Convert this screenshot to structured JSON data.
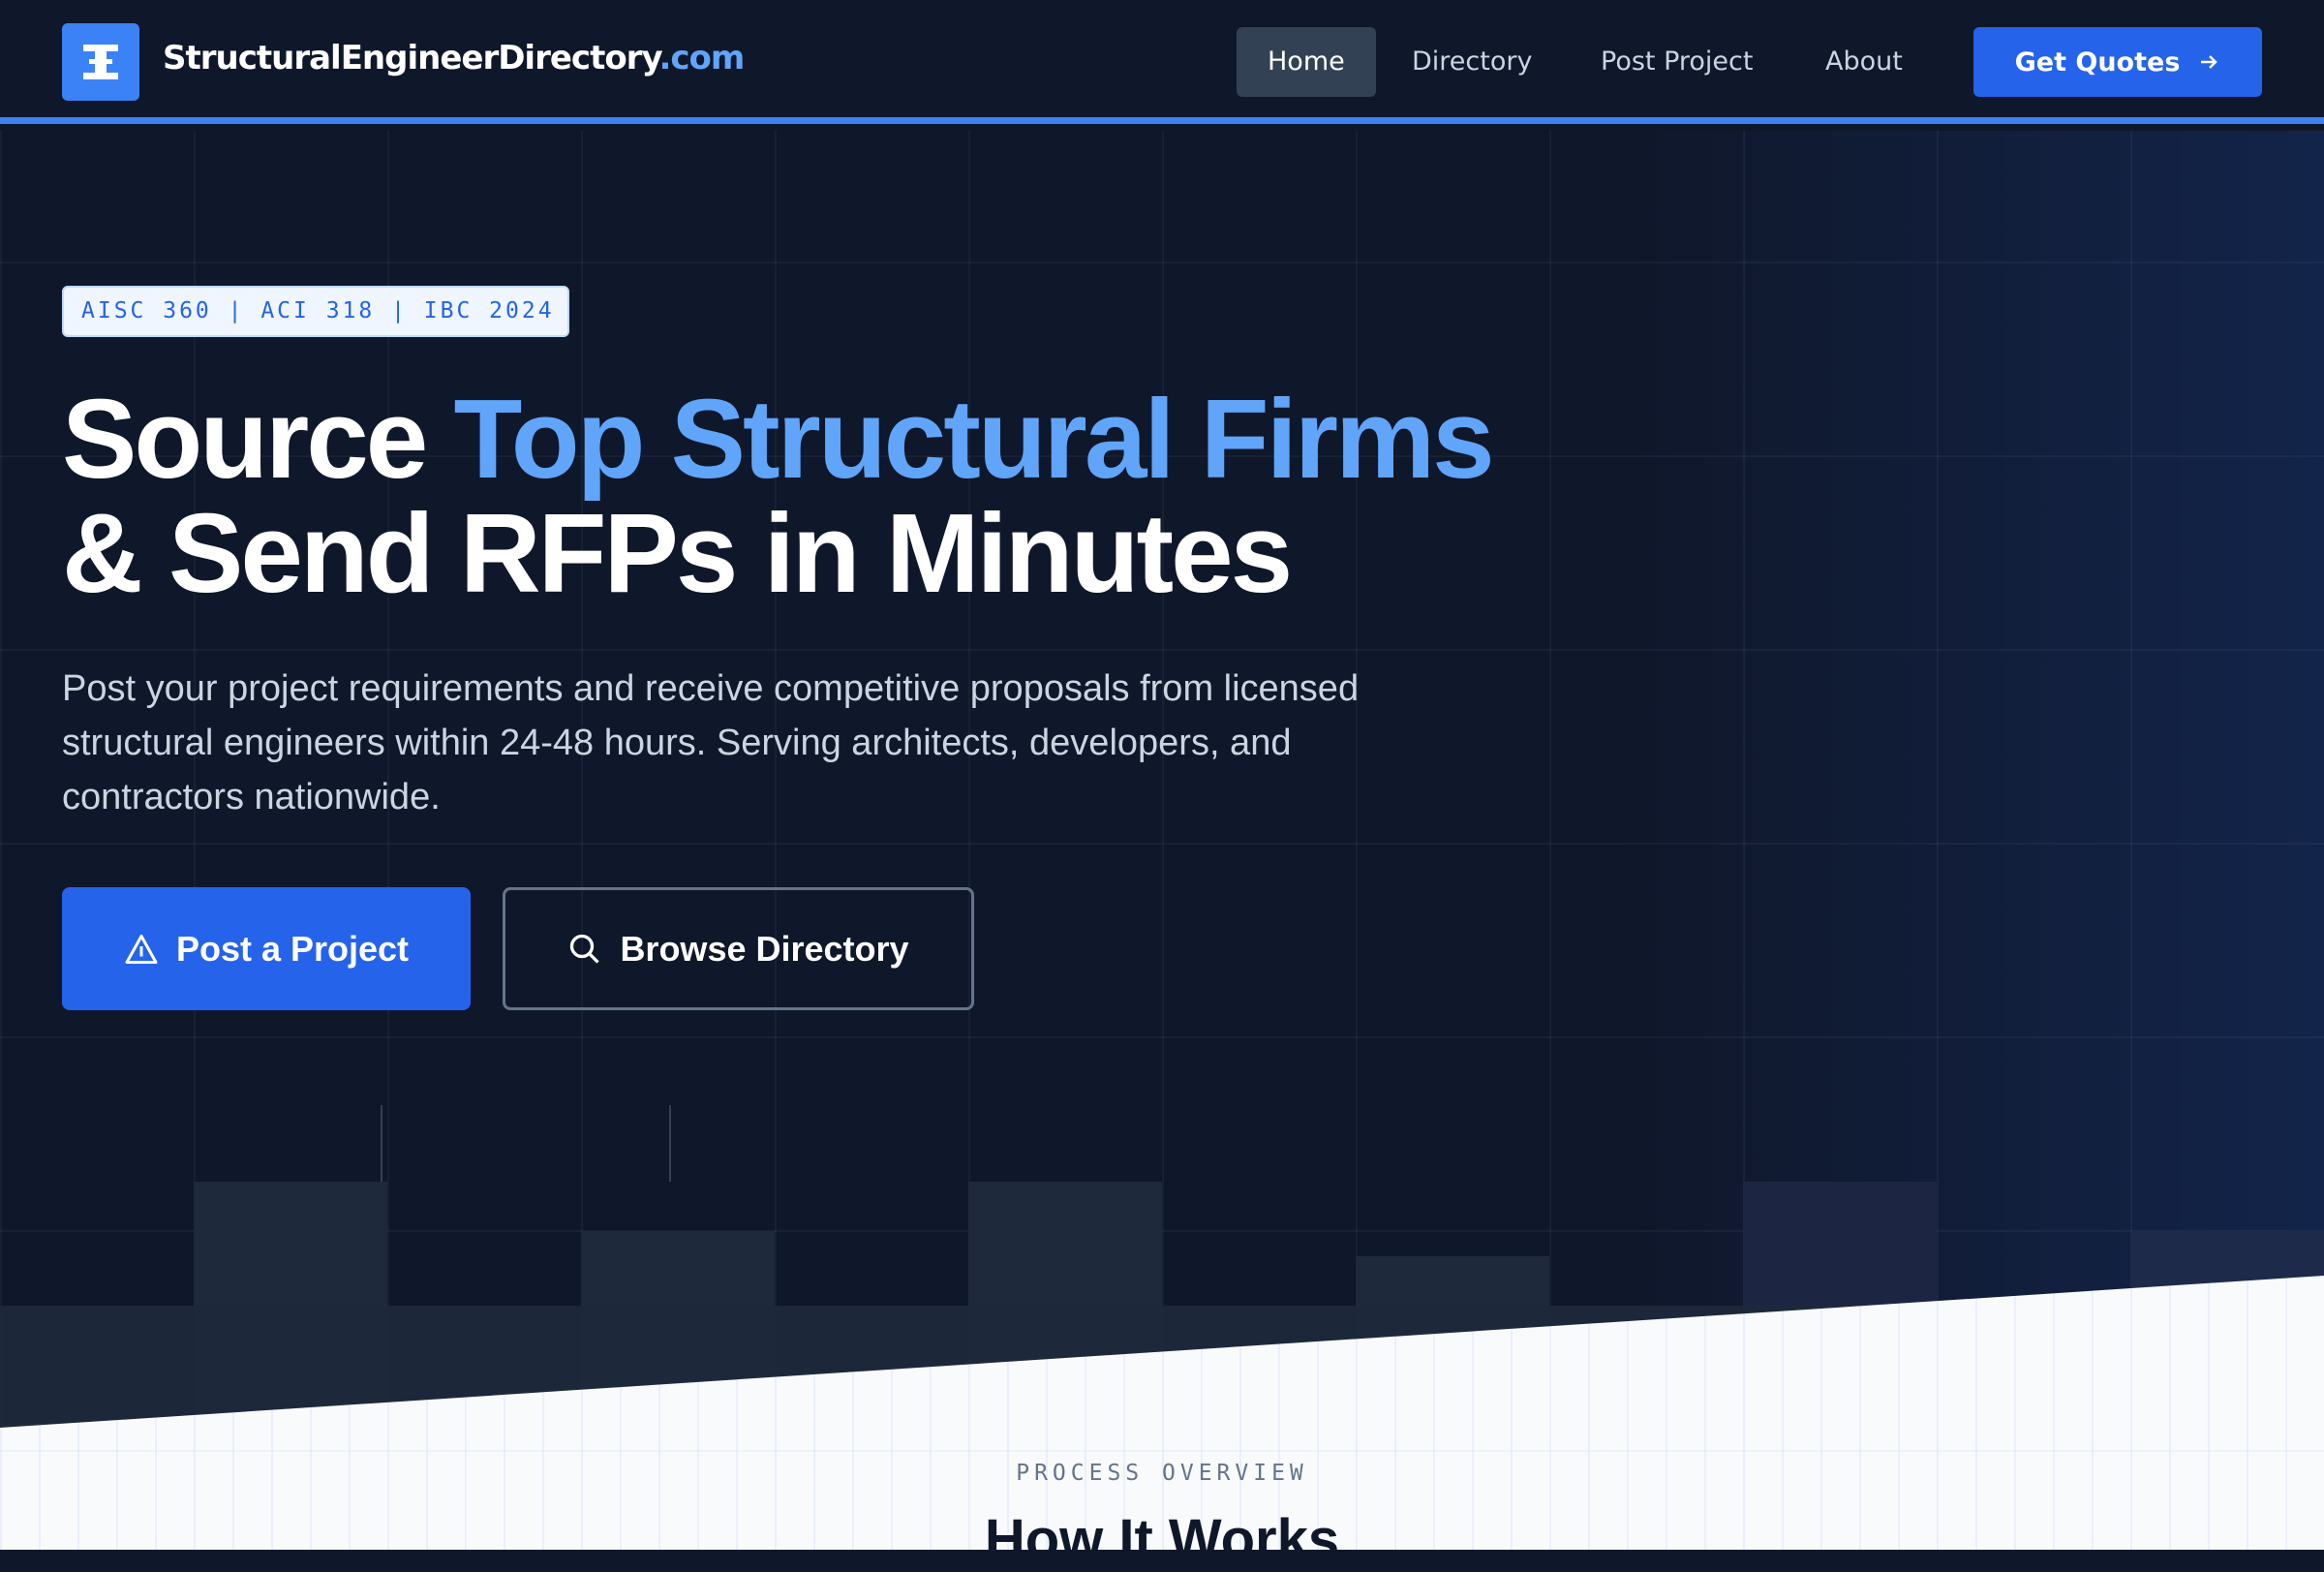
{
  "nav": {
    "logo_name": "StructuralEngineerDirectory",
    "logo_tld": ".com",
    "links": [
      "Home",
      "Directory",
      "Post Project",
      "About"
    ],
    "active": "Home",
    "cta_label": "Get Quotes"
  },
  "hero": {
    "badge": "AISC 360 | ACI 318 | IBC 2024",
    "title_prefix": "Source ",
    "title_accent": "Top Structural Firms",
    "title_line2": "& Send RFPs in Minutes",
    "lead": "Post your project requirements and receive competitive proposals from licensed structural engineers within 24-48 hours. Serving architects, developers, and contractors nationwide.",
    "primary_button": "Post a Project",
    "secondary_button": "Browse Directory"
  },
  "process": {
    "eyebrow": "PROCESS OVERVIEW",
    "title": "How It Works"
  },
  "colors": {
    "accent": "#3b82f6",
    "primary": "#2563eb",
    "background": "#0f172a"
  }
}
